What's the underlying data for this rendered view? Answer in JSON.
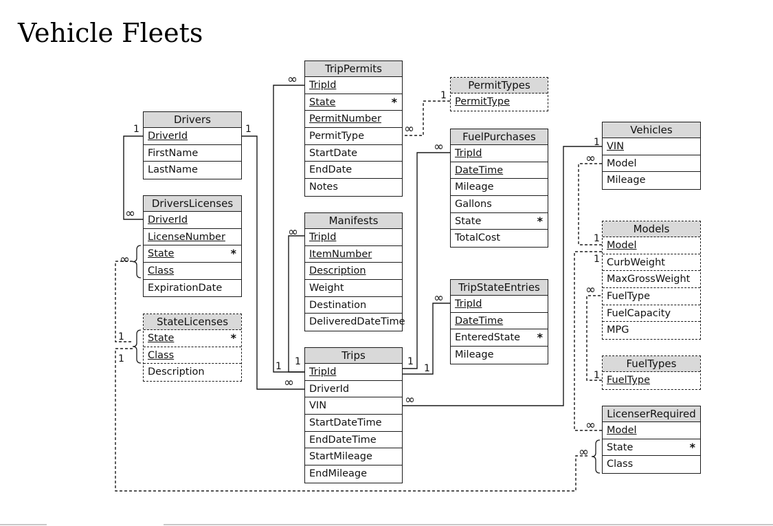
{
  "title": "Vehicle Fleets",
  "tables": [
    {
      "id": "Drivers",
      "name": "Drivers",
      "dashed": false,
      "fields": [
        {
          "name": "DriverId",
          "key": true
        },
        {
          "name": "FirstName"
        },
        {
          "name": "LastName"
        }
      ]
    },
    {
      "id": "DriversLicenses",
      "name": "DriversLicenses",
      "dashed": false,
      "fields": [
        {
          "name": "DriverId",
          "key": true
        },
        {
          "name": "LicenseNumber",
          "key": true
        },
        {
          "name": "State",
          "key": true,
          "star": true
        },
        {
          "name": "Class",
          "key": true
        },
        {
          "name": "ExpirationDate"
        }
      ]
    },
    {
      "id": "StateLicenses",
      "name": "StateLicenses",
      "dashed": true,
      "fields": [
        {
          "name": "State",
          "key": true,
          "star": true
        },
        {
          "name": "Class",
          "key": true
        },
        {
          "name": "Description"
        }
      ]
    },
    {
      "id": "TripPermits",
      "name": "TripPermits",
      "dashed": false,
      "fields": [
        {
          "name": "TripId",
          "key": true
        },
        {
          "name": "State",
          "key": true,
          "star": true
        },
        {
          "name": "PermitNumber",
          "key": true
        },
        {
          "name": "PermitType"
        },
        {
          "name": "StartDate"
        },
        {
          "name": "EndDate"
        },
        {
          "name": "Notes"
        }
      ]
    },
    {
      "id": "Manifests",
      "name": "Manifests",
      "dashed": false,
      "fields": [
        {
          "name": "TripId",
          "key": true
        },
        {
          "name": "ItemNumber",
          "key": true
        },
        {
          "name": "Description",
          "key": true
        },
        {
          "name": "Weight"
        },
        {
          "name": "Destination"
        },
        {
          "name": "DeliveredDateTime"
        }
      ]
    },
    {
      "id": "Trips",
      "name": "Trips",
      "dashed": false,
      "fields": [
        {
          "name": "TripId",
          "key": true
        },
        {
          "name": "DriverId"
        },
        {
          "name": "VIN"
        },
        {
          "name": "StartDateTime"
        },
        {
          "name": "EndDateTime"
        },
        {
          "name": "StartMileage"
        },
        {
          "name": "EndMileage"
        }
      ]
    },
    {
      "id": "PermitTypes",
      "name": "PermitTypes",
      "dashed": true,
      "fields": [
        {
          "name": "PermitType",
          "key": true
        }
      ]
    },
    {
      "id": "FuelPurchases",
      "name": "FuelPurchases",
      "dashed": false,
      "fields": [
        {
          "name": "TripId",
          "key": true
        },
        {
          "name": "DateTime",
          "key": true
        },
        {
          "name": "Mileage"
        },
        {
          "name": "Gallons"
        },
        {
          "name": "State",
          "star": true
        },
        {
          "name": "TotalCost"
        }
      ]
    },
    {
      "id": "TripStateEntries",
      "name": "TripStateEntries",
      "dashed": false,
      "fields": [
        {
          "name": "TripId",
          "key": true
        },
        {
          "name": "DateTime",
          "key": true
        },
        {
          "name": "EnteredState",
          "star": true
        },
        {
          "name": "Mileage"
        }
      ]
    },
    {
      "id": "Vehicles",
      "name": "Vehicles",
      "dashed": false,
      "fields": [
        {
          "name": "VIN",
          "key": true
        },
        {
          "name": "Model"
        },
        {
          "name": "Mileage"
        }
      ]
    },
    {
      "id": "Models",
      "name": "Models",
      "dashed": true,
      "fields": [
        {
          "name": "Model",
          "key": true
        },
        {
          "name": "CurbWeight"
        },
        {
          "name": "MaxGrossWeight"
        },
        {
          "name": "FuelType"
        },
        {
          "name": "FuelCapacity"
        },
        {
          "name": "MPG"
        }
      ]
    },
    {
      "id": "FuelTypes",
      "name": "FuelTypes",
      "dashed": true,
      "fields": [
        {
          "name": "FuelType",
          "key": true
        }
      ]
    },
    {
      "id": "LicenserRequired",
      "name": "LicenserRequired",
      "dashed": false,
      "fields": [
        {
          "name": "Model",
          "key": true
        },
        {
          "name": "State",
          "star": true
        },
        {
          "name": "Class"
        }
      ]
    }
  ],
  "relationships": [
    {
      "from": "Drivers.DriverId",
      "to": "DriversLicenses.DriverId",
      "from_card": "1",
      "to_card": "∞",
      "style": "solid"
    },
    {
      "from": "Drivers.DriverId",
      "to": "Trips.DriverId",
      "from_card": "1",
      "to_card": "∞",
      "style": "solid"
    },
    {
      "from": "StateLicenses.State,Class",
      "to": "DriversLicenses.State,Class",
      "from_card": "1",
      "to_card": "∞",
      "style": "dashed"
    },
    {
      "from": "StateLicenses.State,Class",
      "to": "LicenserRequired.State,Class",
      "from_card": "1",
      "to_card": "∞",
      "style": "dashed"
    },
    {
      "from": "Trips.TripId",
      "to": "TripPermits.TripId",
      "from_card": "1",
      "to_card": "∞",
      "style": "solid"
    },
    {
      "from": "Trips.TripId",
      "to": "Manifests.TripId",
      "from_card": "1",
      "to_card": "∞",
      "style": "solid"
    },
    {
      "from": "Trips.TripId",
      "to": "FuelPurchases.TripId",
      "from_card": "1",
      "to_card": "∞",
      "style": "solid"
    },
    {
      "from": "Trips.TripId",
      "to": "TripStateEntries.TripId",
      "from_card": "1",
      "to_card": "∞",
      "style": "solid"
    },
    {
      "from": "PermitTypes.PermitType",
      "to": "TripPermits.PermitType",
      "from_card": "1",
      "to_card": "∞",
      "style": "dashed"
    },
    {
      "from": "Vehicles.VIN",
      "to": "Trips.VIN",
      "from_card": "1",
      "to_card": "∞",
      "style": "solid"
    },
    {
      "from": "Models.Model",
      "to": "Vehicles.Model",
      "from_card": "1",
      "to_card": "∞",
      "style": "dashed"
    },
    {
      "from": "Models.Model",
      "to": "LicenserRequired.Model",
      "from_card": "1",
      "to_card": "∞",
      "style": "dashed"
    },
    {
      "from": "FuelTypes.FuelType",
      "to": "Models.FuelType",
      "from_card": "1",
      "to_card": "∞",
      "style": "dashed"
    }
  ]
}
